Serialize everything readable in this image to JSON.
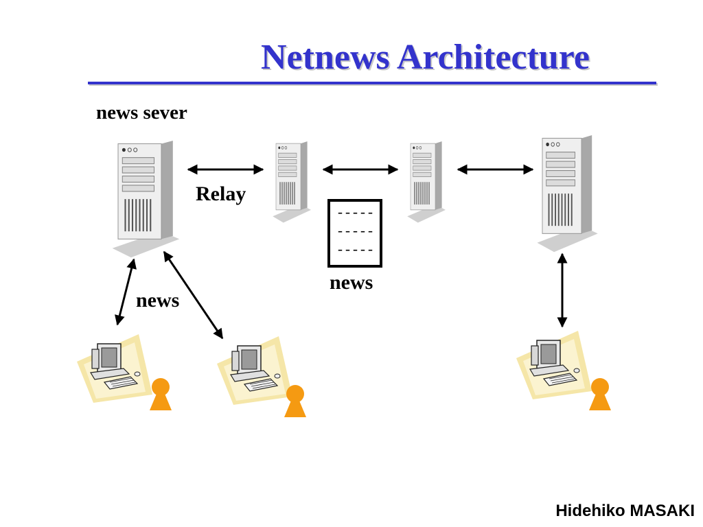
{
  "slide": {
    "title": "Netnews Architecture",
    "author": "Hidehiko MASAKI"
  },
  "labels": {
    "server": "news sever",
    "relay": "Relay",
    "news_doc": "news",
    "news_client": "news"
  },
  "document": {
    "lines": [
      "-----",
      "-----",
      "-----"
    ]
  },
  "colors": {
    "title": "#3333cc",
    "user": "#f59a12",
    "workstation_bg": "#f5e6a8"
  }
}
